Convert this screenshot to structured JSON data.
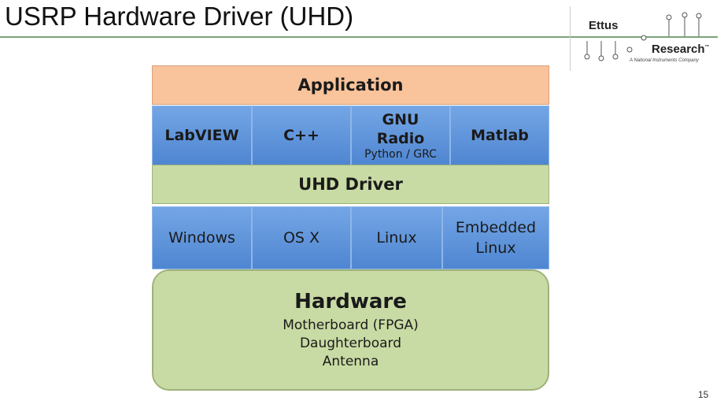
{
  "slide": {
    "title": "USRP Hardware Driver (UHD)",
    "page_number": "15"
  },
  "logo": {
    "line1": "Ettus",
    "line2": "Research",
    "trademark": "™",
    "tagline": "A National Instruments Company"
  },
  "diagram": {
    "application": "Application",
    "languages": [
      {
        "label": "LabVIEW",
        "sub": ""
      },
      {
        "label": "C++",
        "sub": ""
      },
      {
        "label": "GNU\nRadio",
        "sub": "Python / GRC"
      },
      {
        "label": "Matlab",
        "sub": ""
      }
    ],
    "driver": "UHD Driver",
    "operating_systems": [
      "Windows",
      "OS X",
      "Linux",
      "Embedded\nLinux"
    ],
    "hardware": {
      "title": "Hardware",
      "items": [
        "Motherboard (FPGA)",
        "Daughterboard",
        "Antenna"
      ]
    },
    "colors": {
      "application": "#f9c39b",
      "blue_layer": "#5a8fd8",
      "green_layer": "#c9dba4"
    }
  }
}
